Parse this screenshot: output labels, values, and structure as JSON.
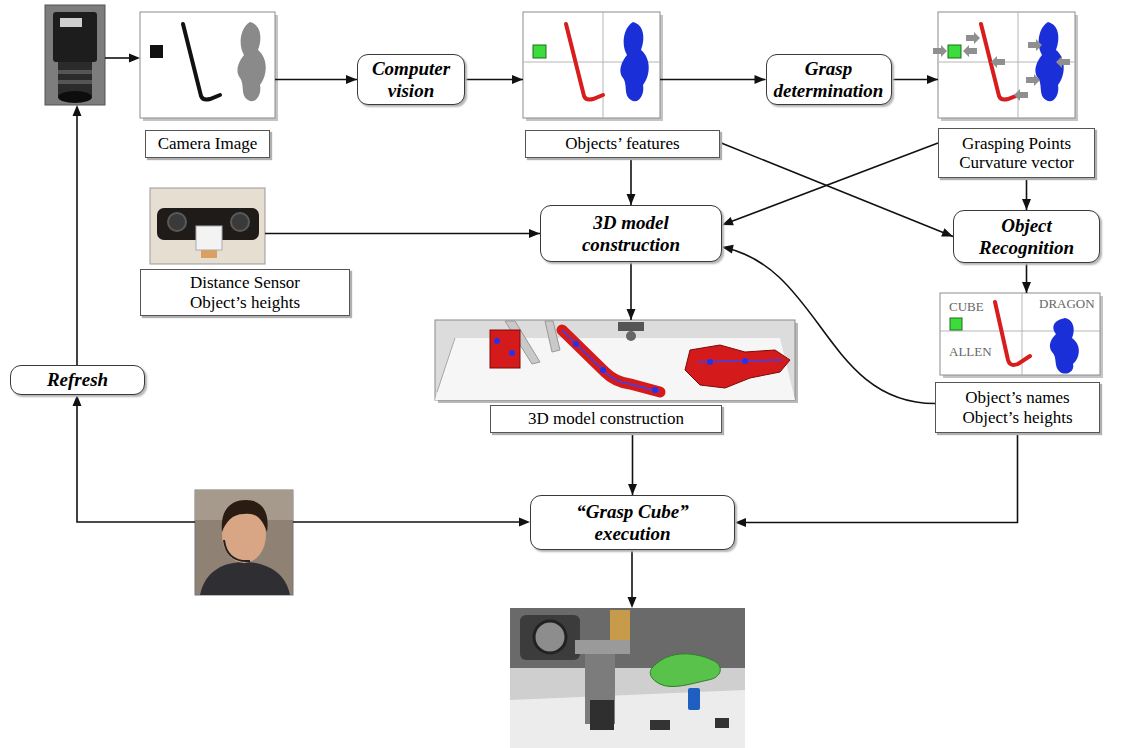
{
  "diagram": {
    "nodes": [
      {
        "text": [
          "Camera Image"
        ]
      },
      {
        "text": [
          "Computer vision"
        ]
      },
      {
        "text": [
          "Objects’ features"
        ]
      },
      {
        "text": [
          "Grasp determination"
        ]
      },
      {
        "text": [
          "Grasping Points Curvature vector"
        ]
      },
      {
        "text": [
          "3D model construction"
        ]
      },
      {
        "text": [
          "Object Recognition"
        ]
      },
      {
        "text": [
          "Distance Sensor Object’s heights"
        ]
      },
      {
        "text": [
          "Refresh"
        ]
      },
      {
        "text": [
          "3D model construction"
        ]
      },
      {
        "text": [
          "Object’s names Object’s heights"
        ]
      },
      {
        "text": [
          "“Grasp Cube” execution"
        ]
      }
    ],
    "edges": [
      {
        "from": 0,
        "to": 1,
        "arrow": "to"
      },
      {
        "from": 1,
        "to": 2,
        "arrow": "to"
      },
      {
        "from": 2,
        "to": 3,
        "arrow": "to"
      },
      {
        "from": 3,
        "to": 4,
        "arrow": "to"
      },
      {
        "from": 2,
        "to": 5,
        "arrow": "to"
      },
      {
        "from": 2,
        "to": 6,
        "arrow": "to"
      },
      {
        "from": 4,
        "to": 5,
        "arrow": "to"
      },
      {
        "from": 4,
        "to": 6,
        "arrow": "to"
      },
      {
        "from": 7,
        "to": 5,
        "arrow": "to"
      },
      {
        "from": 6,
        "to": 10,
        "arrow": "to"
      },
      {
        "from": 10,
        "to": 5,
        "arrow": "to"
      },
      {
        "from": 5,
        "to": 9,
        "arrow": "to"
      },
      {
        "from": 9,
        "to": 11,
        "arrow": "to"
      },
      {
        "from": 10,
        "to": 11,
        "arrow": "to"
      }
    ],
    "labels": [
      "CUBE",
      "DRAGON",
      "ALLEN"
    ]
  }
}
